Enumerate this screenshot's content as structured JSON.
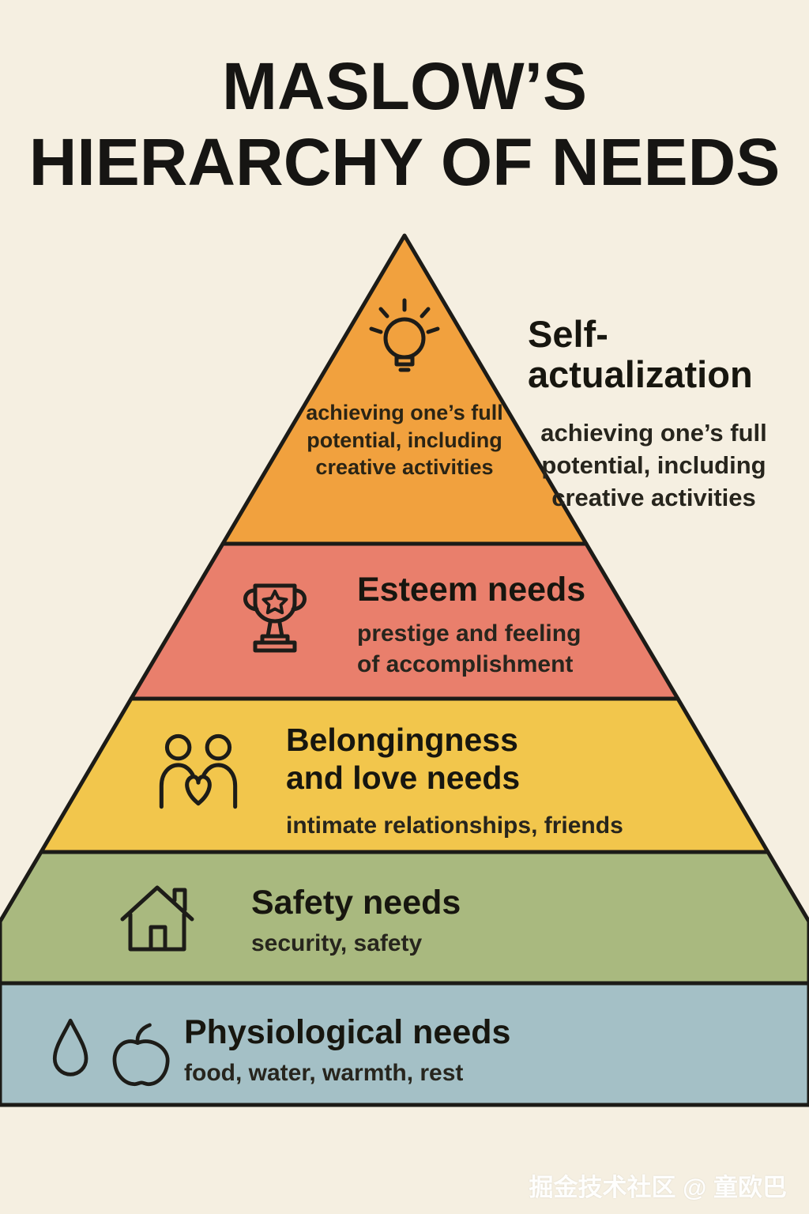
{
  "title": {
    "line1": "MASLOW’S",
    "line2": "HIERARCHY OF NEEDS"
  },
  "levels": [
    {
      "name": "Self-actualization",
      "heading": "Self-actualization",
      "inside_text": "achieving one’s full potential, including creative activities",
      "description": "achieving one’s full potential, including creative activities",
      "color": "#F1A13E",
      "icon": "lightbulb-icon"
    },
    {
      "name": "Esteem needs",
      "heading": "Esteem needs",
      "description": "prestige and feeling of accomplishment",
      "color": "#E97F6C",
      "icon": "trophy-icon"
    },
    {
      "name": "Belongingness and love needs",
      "heading": "Belongingness and love needs",
      "description": "intimate relationships, friends",
      "color": "#F2C64C",
      "icon": "couple-heart-icon"
    },
    {
      "name": "Safety needs",
      "heading": "Safety needs",
      "description": "security, safety",
      "color": "#A9B97F",
      "icon": "house-icon"
    },
    {
      "name": "Physiological needs",
      "heading": "Physiological needs",
      "description": "food, water, warmth, rest",
      "color": "#A4C0C6",
      "icon": "water-apple-icon"
    }
  ],
  "watermark": "掘金技术社区 @ 童欧巴",
  "colors": {
    "background": "#F5EFE1",
    "outline": "#1C1B17",
    "text": "#22201B"
  }
}
